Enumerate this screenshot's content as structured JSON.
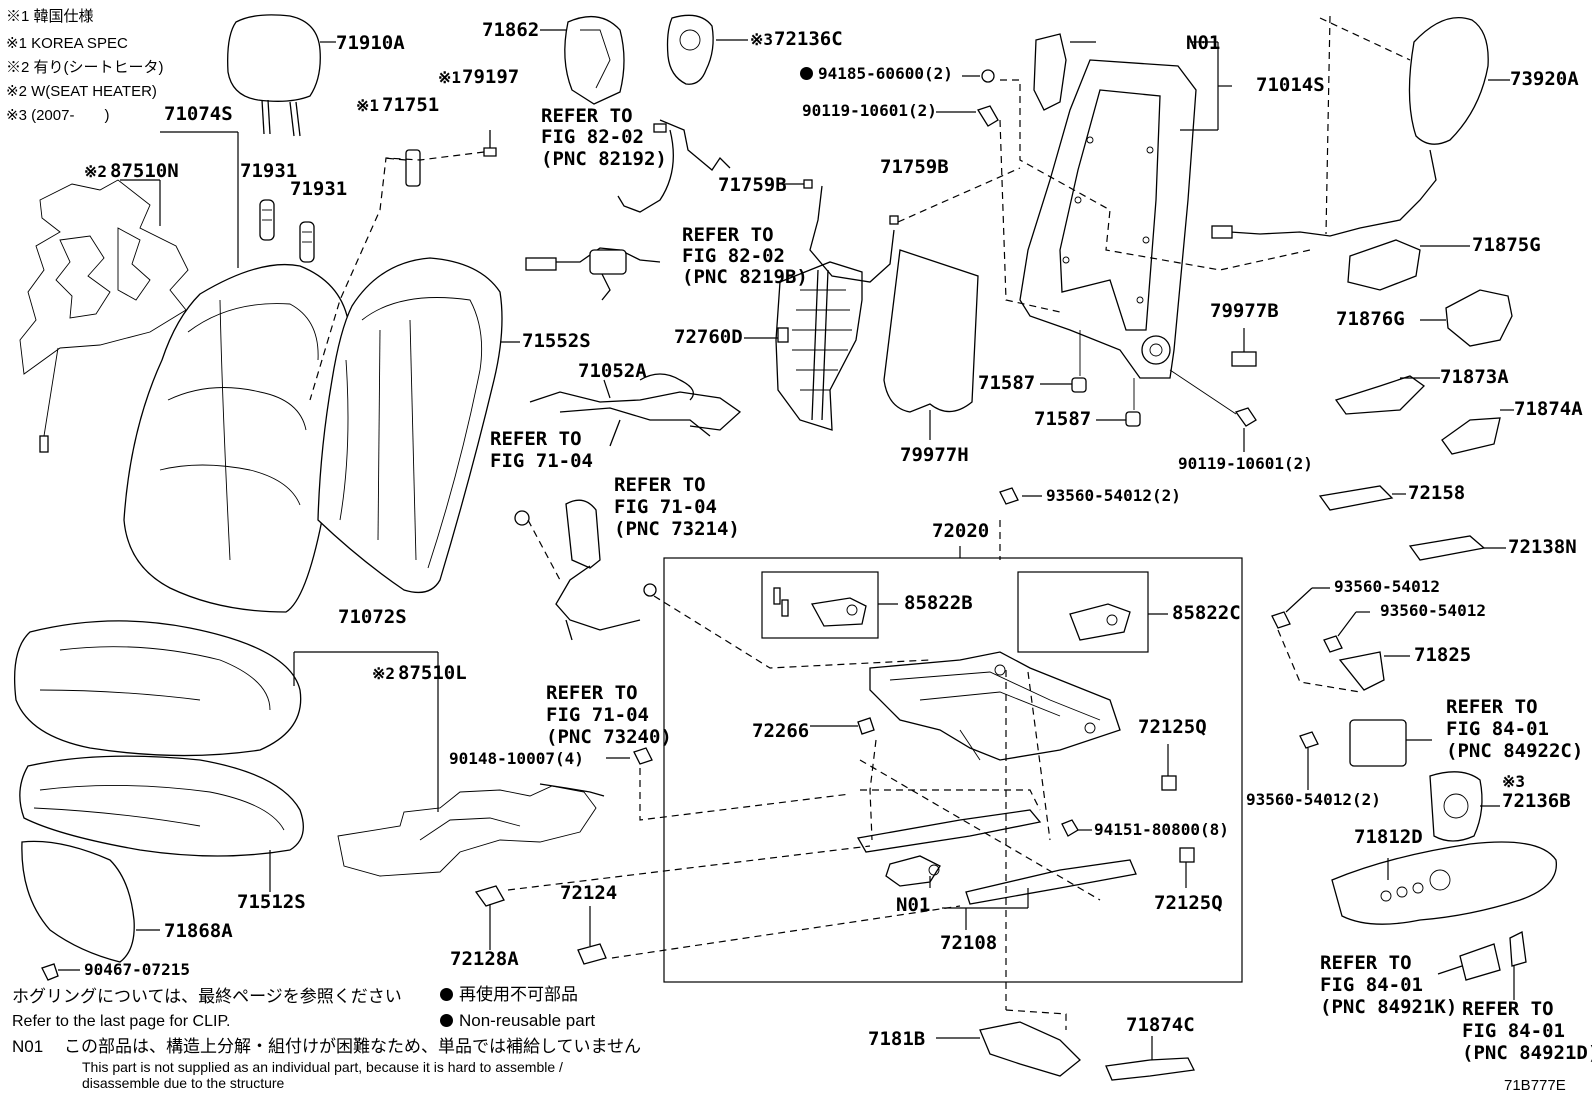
{
  "notes": {
    "n1_jp": "※1 韓国仕様",
    "n1_en": "※1 KOREA SPEC",
    "n2_jp": "※2 有り(シートヒータ)",
    "n2_en": "※2 W(SEAT HEATER)",
    "n3": "※3 (2007-　　)"
  },
  "parts": {
    "p71910A": "71910A",
    "p71074S": "71074S",
    "p87510N": "87510N",
    "p71931a": "71931",
    "p71931b": "71931",
    "p71751": "71751",
    "p79197": "79197",
    "p71862": "71862",
    "p72136C": "72136C",
    "p94185": "94185-60600(2)",
    "p90119a": "90119-10601(2)",
    "pN01a": "N01",
    "p71014S": "71014S",
    "p73920A": "73920A",
    "p71759Ba": "71759B",
    "p71759Bb": "71759B",
    "p71552S": "71552S",
    "p72760D": "72760D",
    "p71052A": "71052A",
    "p79977H": "79977H",
    "p79977B": "79977B",
    "p71587a": "71587",
    "p71587b": "71587",
    "p90119b": "90119-10601(2)",
    "p71875G": "71875G",
    "p71876G": "71876G",
    "p71873A": "71873A",
    "p71874A": "71874A",
    "p72158": "72158",
    "p72138N": "72138N",
    "p93560a": "93560-54012(2)",
    "p72020": "72020",
    "p85822B": "85822B",
    "p85822C": "85822C",
    "p71072S": "71072S",
    "p87510L": "87510L",
    "p72266": "72266",
    "p72125Qa": "72125Q",
    "p94151": "94151-80800(8)",
    "p90148": "90148-10007(4)",
    "p71512S": "71512S",
    "p71868A": "71868A",
    "p90467": "90467-07215",
    "p72124": "72124",
    "p72128A": "72128A",
    "pN01b": "N01",
    "p72108": "72108",
    "p72125Qb": "72125Q",
    "p93560b": "93560-54012",
    "p93560c": "93560-54012",
    "p71825": "71825",
    "p93560d": "93560-54012(2)",
    "p72136B": "72136B",
    "p71812D": "71812D",
    "p7181B": "7181B",
    "p71874C": "71874C"
  },
  "marks": {
    "m1a": "※1",
    "m1b": "※1",
    "m2a": "※2",
    "m2b": "※2",
    "m3a": "※3",
    "m3b": "※3"
  },
  "refs": {
    "r82192": [
      "REFER TO",
      "FIG 82-02",
      "(PNC 82192)"
    ],
    "r8219B": [
      "REFER TO",
      "FIG 82-02",
      "(PNC 8219B)"
    ],
    "r7104": [
      "REFER TO",
      "FIG 71-04"
    ],
    "r73214": [
      "REFER TO",
      "FIG 71-04",
      "(PNC 73214)"
    ],
    "r73240": [
      "REFER TO",
      "FIG 71-04",
      "(PNC 73240)"
    ],
    "r84922C": [
      "REFER TO",
      "FIG 84-01",
      "(PNC 84922C)"
    ],
    "r84921K": [
      "REFER TO",
      "FIG 84-01",
      "(PNC 84921K)"
    ],
    "r84921D": [
      "REFER TO",
      "FIG 84-01",
      "(PNC 84921D)"
    ]
  },
  "footer": {
    "clip_jp": "ホグリングについては、最終ページを参照ください",
    "clip_en": "Refer to the last page for CLIP.",
    "nonreuse_jp": "再使用不可部品",
    "nonreuse_en": "Non-reusable part",
    "n01_code": "N01",
    "n01_jp": "この部品は、構造上分解・組付けが困難なため、単品では補給していません",
    "n01_en1": "This part is not supplied as an individual part, because it is hard to assemble /",
    "n01_en2": "disassemble due to the structure",
    "fig_id": "71B777E"
  }
}
